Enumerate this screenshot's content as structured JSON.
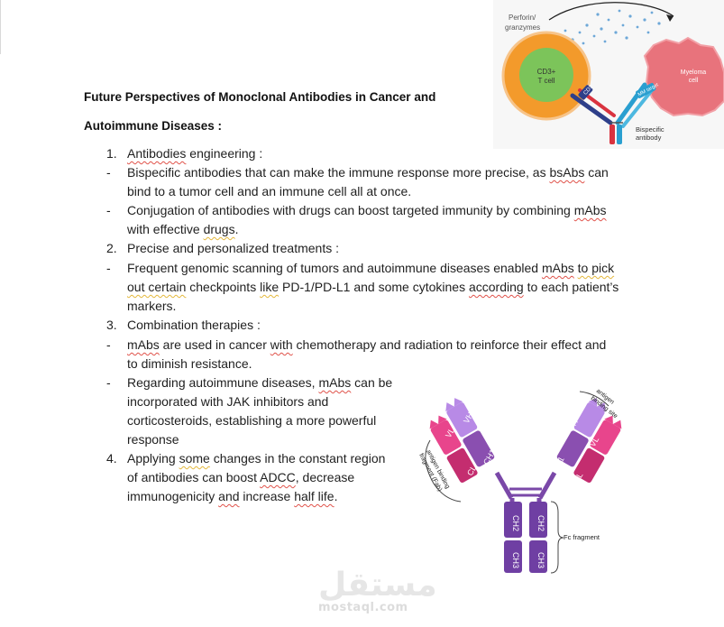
{
  "doc": {
    "title_line1": "Future Perspectives of Monoclonal Antibodies in Cancer and",
    "title_line2": "Autoimmune Diseases :"
  },
  "items": {
    "n1": "1.",
    "i1_w1": "Antibodies",
    "i1_rest": " engineering :",
    "d": "-",
    "b1a_1": "Bispecific antibodies that can make the immune response more precise, as ",
    "b1a_w": "bsAbs",
    "b1a_2": " can",
    "b1b": "bind to a tumor cell and an immune cell all at once.",
    "b2a_1": "Conjugation of antibodies with drugs can boost targeted immunity by combining ",
    "b2a_w": "mAbs",
    "b2b_1": "with effective ",
    "b2b_w": "drugs",
    "b2b_2": ".",
    "n2": "2.",
    "i2": "Precise and personalized treatments :",
    "b3a_1": " Frequent genomic scanning of tumors and autoimmune diseases enabled ",
    "b3a_w1": "mAbs",
    "b3a_sp": " ",
    "b3a_w2": "to pick",
    "b3b_w1": "out certain",
    "b3b_1": " checkpoints ",
    "b3b_w2": "like",
    "b3b_2": " PD-1/PD-L1 and some cytokines ",
    "b3b_w3": "according",
    "b3b_3": " to each patient’s",
    "b3c": "markers.",
    "n3": "3.",
    "i3": "Combination therapies :",
    "b4a_w1": "mAbs",
    "b4a_1": " are used in cancer ",
    "b4a_w2": "with",
    "b4a_2": " chemotherapy and radiation to reinforce their effect and",
    "b4b": "to diminish resistance.",
    "b5a_1": "Regarding autoimmune diseases, ",
    "b5a_w": "mAbs",
    "b5a_2": " can be",
    "b5b": "incorporated with JAK inhibitors and",
    "b5c": "corticosteroids, establishing a more powerful",
    "b5d": "response",
    "n4": "4.",
    "i4a_1": "Applying ",
    "i4a_w": "some",
    "i4a_2": " changes in the constant region",
    "i4b_1": "of antibodies can boost ",
    "i4b_w": "ADCC",
    "i4b_2": ", decrease",
    "i4c_1": "immunogenicity ",
    "i4c_w1": "and",
    "i4c_2": " increase ",
    "i4c_w2": "half life",
    "i4c_3": "."
  },
  "figure_top": {
    "perforin": "Perforin/",
    "granzymes": "granzymes",
    "cd3t1": "CD3+",
    "cd3t2": "T cell",
    "myeloma1": "Myeloma",
    "myeloma2": "cell",
    "cd3": "CD3",
    "mm_target": "MM target",
    "bispecific1": "Bispecific",
    "bispecific2": "antibody"
  },
  "figure_antibody": {
    "vh": "VH",
    "vl": "VL",
    "ch1": "CH1",
    "cl": "CL",
    "ch2": "CH2",
    "ch3": "CH3",
    "abs1": "antigen",
    "abs2": "binding site",
    "fab1": "antigen binding",
    "fab2": "fragment (Fab)",
    "fc": "Fc fragment"
  },
  "watermark": {
    "arabic": "مستقل",
    "latin": "mostaql.com"
  },
  "colors": {
    "spell_red": "#e0524a",
    "grammar_yellow": "#e4b83c",
    "vh": "#b88ae6",
    "vl": "#e8458c",
    "ch": "#8a4fb0",
    "cl": "#c42d6f",
    "fc": "#6f3fa3",
    "tcell_outer": "#f39a2b",
    "tcell_inner": "#7cc45a",
    "myeloma": "#e8737c"
  }
}
